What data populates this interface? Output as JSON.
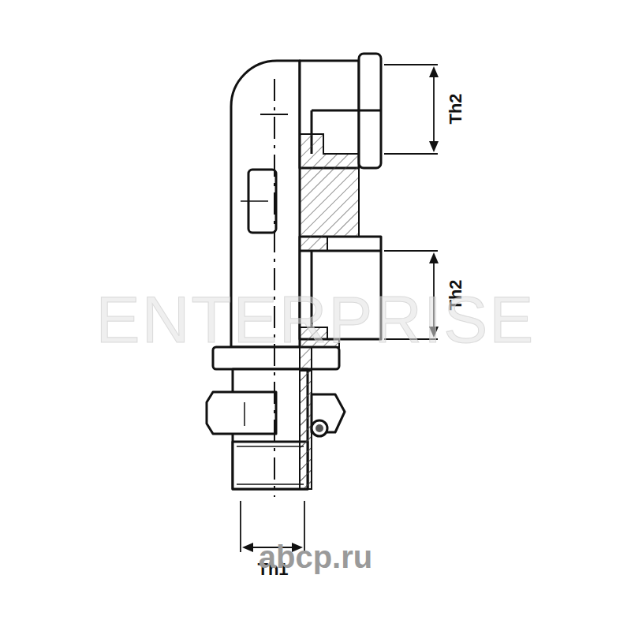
{
  "diagram": {
    "labels": [
      "Th2",
      "Th2",
      "Th1",
      "ENTERPRISE",
      "abcp.ru"
    ]
  }
}
